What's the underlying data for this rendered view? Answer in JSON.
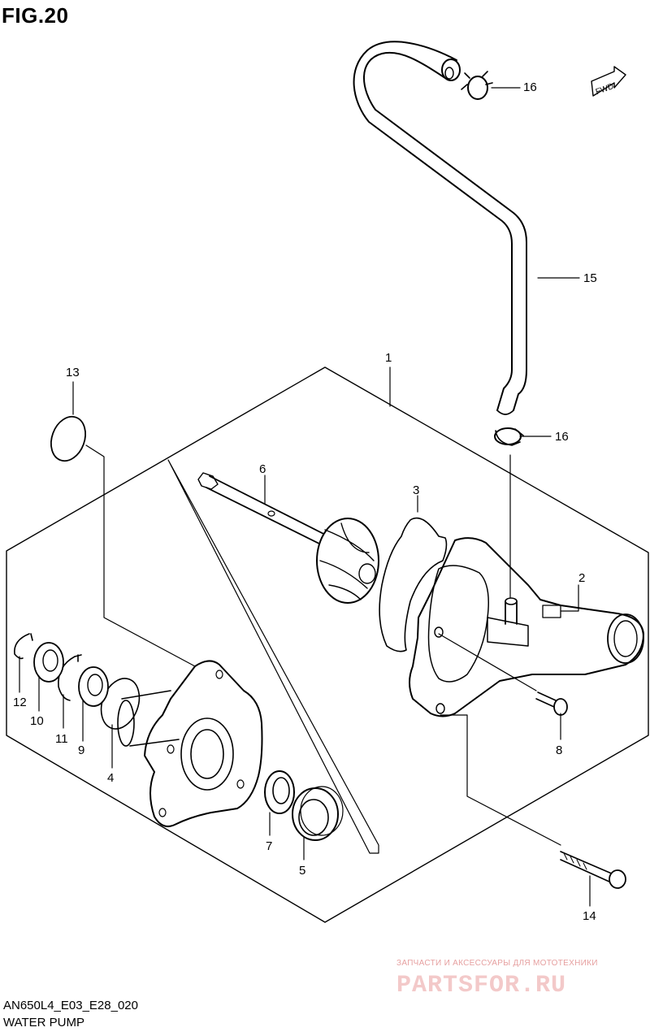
{
  "figure": {
    "title": "FIG.20",
    "code": "AN650L4_E03_E28_020",
    "name": "WATER PUMP"
  },
  "fwd_label": "FWD",
  "callouts": [
    "1",
    "2",
    "3",
    "4",
    "5",
    "6",
    "7",
    "8",
    "9",
    "10",
    "11",
    "12",
    "13",
    "14",
    "15",
    "16",
    "16"
  ],
  "watermark": {
    "line1": "ЗАПЧАСТИ И АКСЕССУАРЫ ДЛЯ МОТОТЕХНИКИ",
    "line2": "PARTSFOR.RU"
  }
}
